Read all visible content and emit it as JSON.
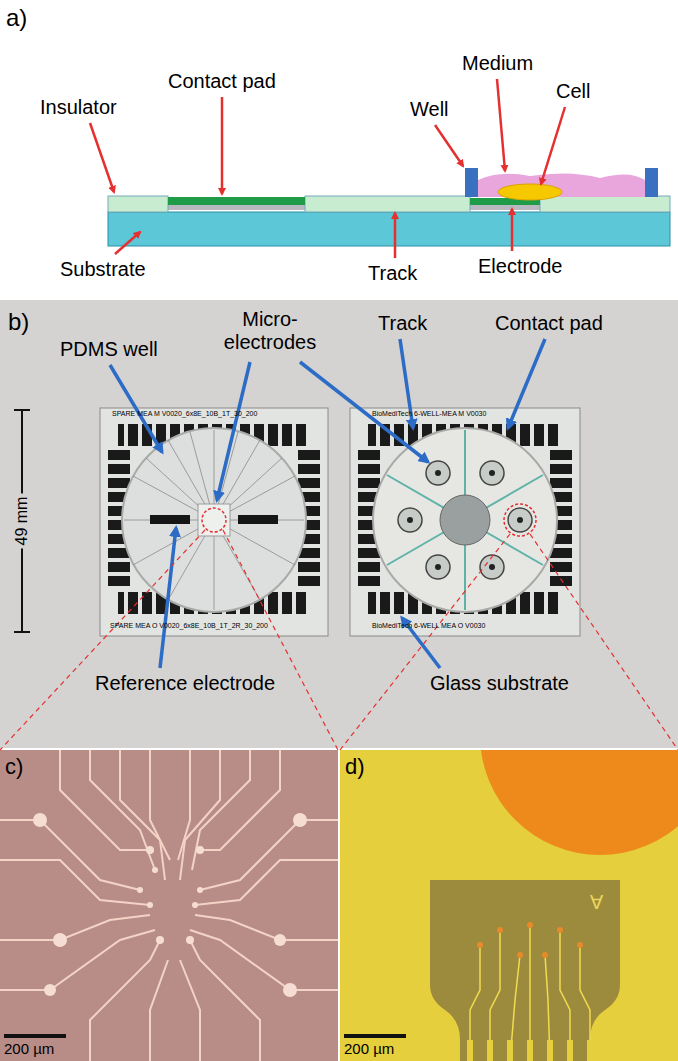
{
  "diagram": {
    "labels": [
      "a)",
      "Insulator",
      "Contact pad",
      "Well",
      "Medium",
      "Cell",
      "Substrate",
      "Track",
      "Electrode",
      "b)",
      "PDMS well",
      "Micro- electrodes",
      "Track",
      "Contact pad",
      "49 mm",
      "Reference electrode",
      "Glass substrate",
      "SPARE MEA M V0020_6x8E_10B_1T_30_200",
      "SPARE MEA O V0020_6x8E_10B_1T_2R_30_200",
      "BioMediTech 6-WELL-MEA M V0030",
      "BioMediTech 6-WELL MEA O V0030",
      "c)",
      "200 µm",
      "d)",
      "A",
      "200 µm"
    ]
  }
}
